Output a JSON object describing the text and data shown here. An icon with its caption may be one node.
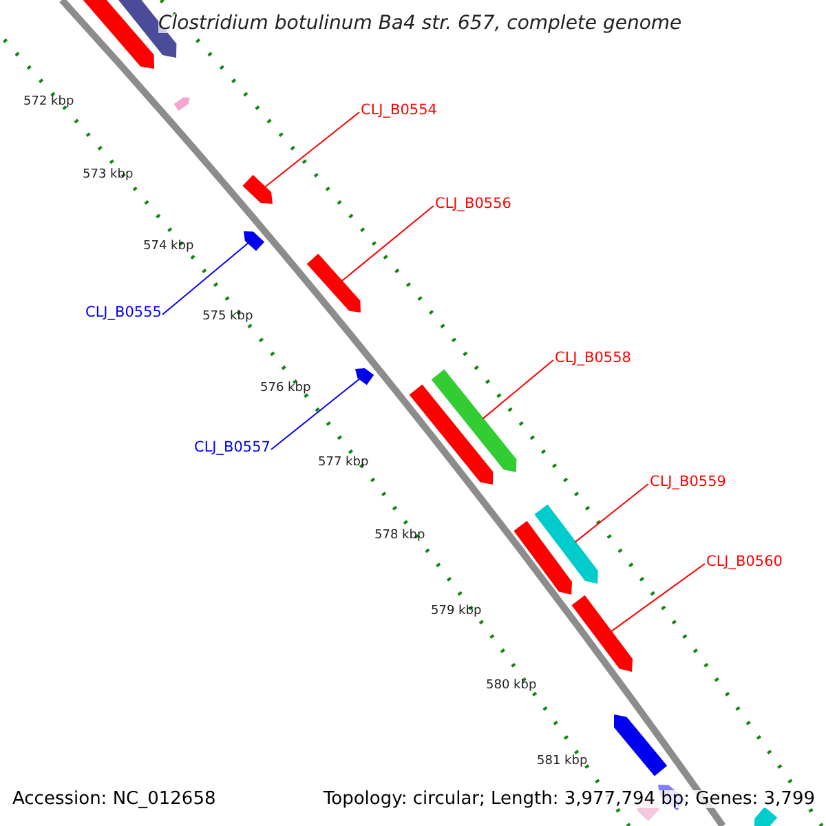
{
  "diagram": {
    "title": "Clostridium botulinum Ba4 str. 657, complete genome",
    "nodes": [
      {
        "text": [
          "CLJ_B0554"
        ]
      },
      {
        "text": [],
        "shape": "bar"
      },
      {
        "text": [
          "CLJ_B0556"
        ]
      },
      {
        "text": [],
        "shape": "bar"
      },
      {
        "text": [
          "CLJ_B0555"
        ]
      },
      {
        "text": [],
        "shape": "bar"
      },
      {
        "text": [
          "CLJ_B0557"
        ]
      },
      {
        "text": [],
        "shape": "bar"
      },
      {
        "text": [
          "CLJ_B0558"
        ]
      },
      {
        "text": [],
        "shape": "bar"
      },
      {
        "text": [
          "CLJ_B0559"
        ]
      },
      {
        "text": [],
        "shape": "bar"
      },
      {
        "text": [
          "CLJ_B0560"
        ]
      },
      {
        "text": [],
        "shape": "bar"
      },
      {
        "text": [],
        "shape": "bar"
      },
      {
        "text": [],
        "shape": "bar"
      },
      {
        "text": [],
        "shape": "bar"
      },
      {
        "text": [],
        "shape": "bar"
      },
      {
        "text": [],
        "shape": "bar"
      },
      {
        "text": [],
        "shape": "bar"
      },
      {
        "text": [],
        "shape": "bar"
      },
      {
        "text": [],
        "shape": "bar"
      },
      {
        "text": [],
        "shape": "bar"
      }
    ],
    "edges": [
      {
        "from": 0,
        "to": 1,
        "arrow": "none"
      },
      {
        "from": 2,
        "to": 3,
        "arrow": "none"
      },
      {
        "from": 4,
        "to": 5,
        "arrow": "none",
        "color": "#0000ff"
      },
      {
        "from": 6,
        "to": 7,
        "arrow": "none",
        "color": "#0000ff"
      },
      {
        "from": 8,
        "to": 9,
        "arrow": "none"
      },
      {
        "from": 10,
        "to": 11,
        "arrow": "none"
      },
      {
        "from": 12,
        "to": 13,
        "arrow": "none"
      }
    ],
    "labels": [
      "572 kbp",
      "573 kbp",
      "574 kbp",
      "575 kbp",
      "576 kbp",
      "577 kbp",
      "578 kbp",
      "579 kbp",
      "580 kbp",
      "581 kbp",
      "Accession: NC_012658",
      "Topology: circular; Length: 3,977,794 bp; Genes: 3,799"
    ]
  }
}
